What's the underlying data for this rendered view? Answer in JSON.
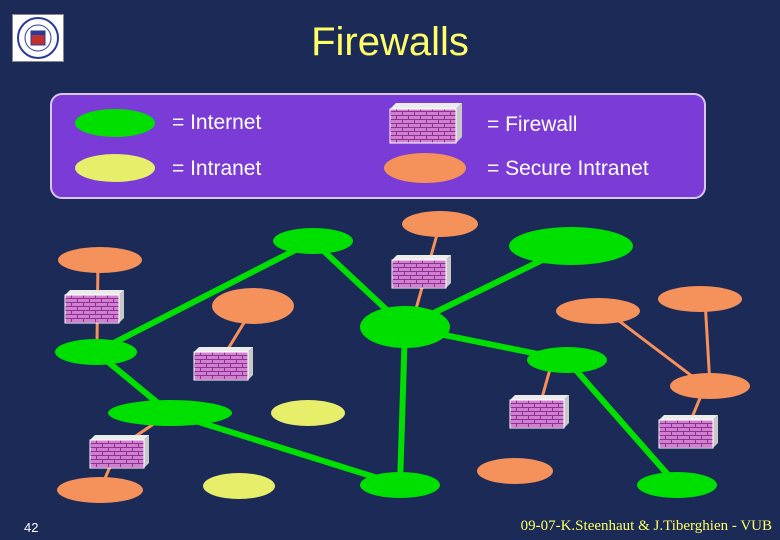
{
  "title": "Firewalls",
  "legend": {
    "internet_label": "= Internet",
    "firewall_label": "= Firewall",
    "intranet_label": "= Intranet",
    "secure_intranet_label": "= Secure Intranet"
  },
  "footer": {
    "slide_number": "42",
    "credit": "09-07-K.Steenhaut & J.Tiberghien - VUB"
  },
  "colors": {
    "background": "#1b2a57",
    "internet": "#00e000",
    "intranet": "#e6ee6a",
    "secure_intranet": "#f5915a",
    "firewall": "#d080d0",
    "legend_box": "#7b3bd6",
    "title": "#ffff66"
  }
}
